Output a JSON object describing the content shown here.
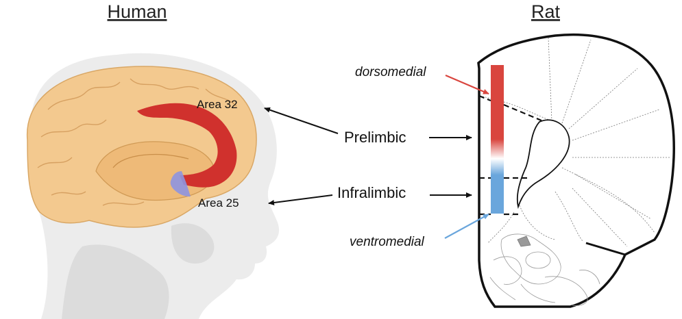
{
  "titles": {
    "human": "Human",
    "rat": "Rat"
  },
  "human_labels": {
    "area32": "Area 32",
    "area25": "Area 25"
  },
  "regions": {
    "prelimbic": "Prelimbic",
    "infralimbic": "Infralimbic"
  },
  "axis_labels": {
    "dorsomedial": "dorsomedial",
    "ventromedial": "ventromedial"
  },
  "colors": {
    "red_region": "#d0312d",
    "blue_region": "#8e95e0",
    "rat_gradient_top": "#d9453e",
    "rat_gradient_bottom": "#6aa6dc",
    "brain": "#f3c98f",
    "skull": "#e4e4e4"
  }
}
